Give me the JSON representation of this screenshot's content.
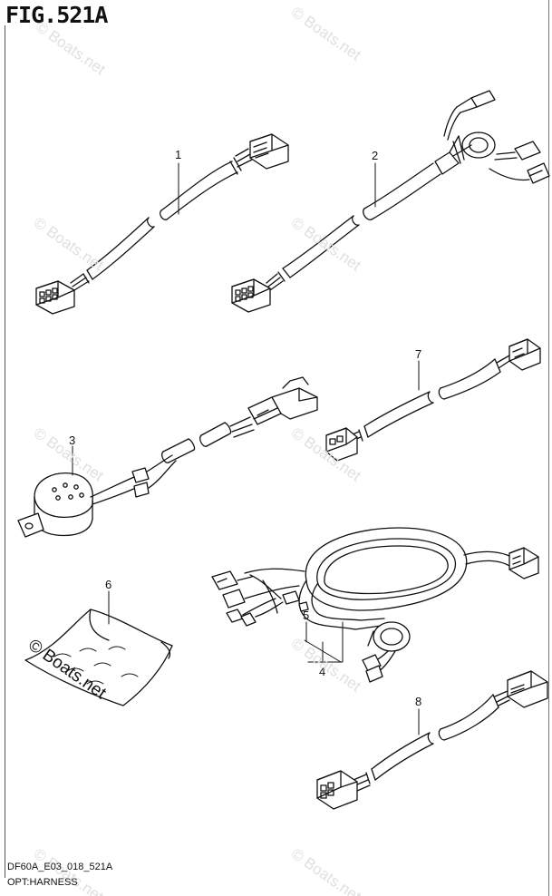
{
  "figure": {
    "title": "FIG.521A"
  },
  "footer": {
    "code": "DF60A_E03_018_521A",
    "name": "OPT:HARNESS"
  },
  "watermark": {
    "text": "© Boats.net",
    "color": "#e0e0e0",
    "main_color": "#111111"
  },
  "parts": [
    {
      "number": "1",
      "name": "wiring-harness-1"
    },
    {
      "number": "2",
      "name": "wiring-harness-2"
    },
    {
      "number": "3",
      "name": "buzzer-assembly-3"
    },
    {
      "number": "4",
      "name": "wiring-harness-4"
    },
    {
      "number": "5",
      "name": "fuse-5"
    },
    {
      "number": "6",
      "name": "instruction-bag-6"
    },
    {
      "number": "7",
      "name": "wiring-harness-7"
    },
    {
      "number": "8",
      "name": "wiring-harness-8"
    }
  ]
}
